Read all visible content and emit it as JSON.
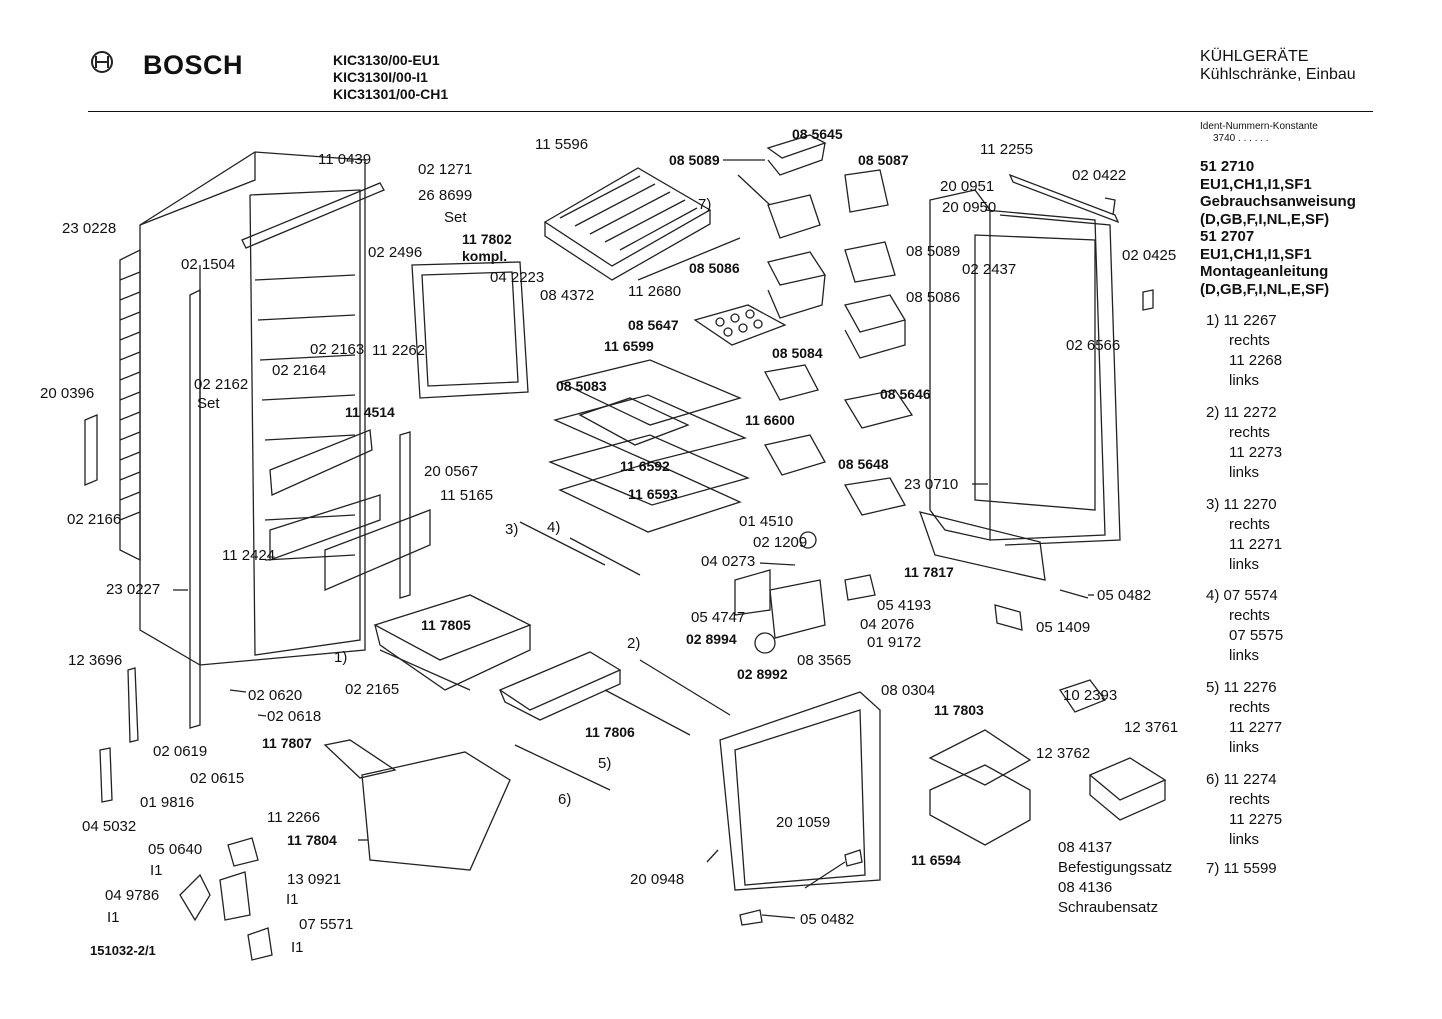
{
  "header": {
    "brand": "BOSCH",
    "models": [
      "KIC3130/00-EU1",
      "KIC3130I/00-I1",
      "KIC31301/00-CH1"
    ],
    "category_line1": "KÜHLGERÄTE",
    "category_line2": "Kühlschränke, Einbau"
  },
  "sidebar": {
    "ident_label": "Ident-Nummern-Konstante",
    "ident_value": "3740  . .   . . . .",
    "docs": [
      "51 2710",
      "EU1,CH1,I1,SF1",
      "Gebrauchsanweisung",
      "(D,GB,F,I,NL,E,SF)",
      "51 2707",
      "EU1,CH1,I1,SF1",
      "Montageanleitung",
      "(D,GB,F,I,NL,E,SF)"
    ],
    "variants": [
      {
        "num": "1)",
        "a": "11 2267",
        "a_side": "rechts",
        "b": "11 2268",
        "b_side": "links"
      },
      {
        "num": "2)",
        "a": "11 2272",
        "a_side": "rechts",
        "b": "11 2273",
        "b_side": "links"
      },
      {
        "num": "3)",
        "a": "11 2270",
        "a_side": "rechts",
        "b": "11 2271",
        "b_side": "links"
      },
      {
        "num": "4)",
        "a": "07 5574",
        "a_side": "rechts",
        "b": "07 5575",
        "b_side": "links"
      },
      {
        "num": "5)",
        "a": "11 2276",
        "a_side": "rechts",
        "b": "11 2277",
        "b_side": "links"
      },
      {
        "num": "6)",
        "a": "11 2274",
        "a_side": "rechts",
        "b": "11 2275",
        "b_side": "links"
      },
      {
        "num": "7)",
        "a": "11 5599",
        "a_side": "",
        "b": "",
        "b_side": ""
      }
    ]
  },
  "footer": {
    "drawing_number": "151032-2/1"
  },
  "parts": [
    {
      "t": "11 0439",
      "b": false
    },
    {
      "t": "02 1271",
      "b": false
    },
    {
      "t": "26 8699",
      "b": false
    },
    {
      "t": "Set",
      "b": false
    },
    {
      "t": "23 0228",
      "b": false
    },
    {
      "t": "02 1504",
      "b": false
    },
    {
      "t": "02 2496",
      "b": false
    },
    {
      "t": "11 7802",
      "b": true
    },
    {
      "t": "kompl.",
      "b": true
    },
    {
      "t": "04 2223",
      "b": false
    },
    {
      "t": "08 4372",
      "b": false
    },
    {
      "t": "11 5596",
      "b": false
    },
    {
      "t": "08 5089",
      "b": true
    },
    {
      "t": "08 5645",
      "b": true
    },
    {
      "t": "08 5087",
      "b": true
    },
    {
      "t": "7)",
      "b": false
    },
    {
      "t": "11 2680",
      "b": false
    },
    {
      "t": "08 5086",
      "b": true
    },
    {
      "t": "08 5089",
      "b": false
    },
    {
      "t": "08 5086",
      "b": false
    },
    {
      "t": "08 5647",
      "b": true
    },
    {
      "t": "11 6599",
      "b": true
    },
    {
      "t": "08 5084",
      "b": true
    },
    {
      "t": "08 5083",
      "b": true
    },
    {
      "t": "11 6600",
      "b": true
    },
    {
      "t": "08 5646",
      "b": true
    },
    {
      "t": "11 6592",
      "b": true
    },
    {
      "t": "08 5648",
      "b": true
    },
    {
      "t": "11 6593",
      "b": true
    },
    {
      "t": "11 2255",
      "b": false
    },
    {
      "t": "20 0951",
      "b": false
    },
    {
      "t": "02 0422",
      "b": false
    },
    {
      "t": "20 0950",
      "b": false
    },
    {
      "t": "02 2437",
      "b": false
    },
    {
      "t": "02 0425",
      "b": false
    },
    {
      "t": "02 6566",
      "b": false
    },
    {
      "t": "23 0710",
      "b": false
    },
    {
      "t": "11 7817",
      "b": true
    },
    {
      "t": "05 0482",
      "b": false
    },
    {
      "t": "05 1409",
      "b": false
    },
    {
      "t": "02 2163",
      "b": false
    },
    {
      "t": "02 2164",
      "b": false
    },
    {
      "t": "11 2262",
      "b": false
    },
    {
      "t": "02 2162",
      "b": false
    },
    {
      "t": "Set",
      "b": false
    },
    {
      "t": "20 0396",
      "b": false
    },
    {
      "t": "11 4514",
      "b": true
    },
    {
      "t": "20 0567",
      "b": false
    },
    {
      "t": "11 5165",
      "b": false
    },
    {
      "t": "02 2166",
      "b": false
    },
    {
      "t": "11 2424",
      "b": false
    },
    {
      "t": "23 0227",
      "b": false
    },
    {
      "t": "3)",
      "b": false
    },
    {
      "t": "4)",
      "b": false
    },
    {
      "t": "01 4510",
      "b": false
    },
    {
      "t": "02 1209",
      "b": false
    },
    {
      "t": "04 0273",
      "b": false
    },
    {
      "t": "05 4747",
      "b": false
    },
    {
      "t": "05 4193",
      "b": false
    },
    {
      "t": "04 2076",
      "b": false
    },
    {
      "t": "02 8994",
      "b": true
    },
    {
      "t": "01 9172",
      "b": false
    },
    {
      "t": "08 3565",
      "b": false
    },
    {
      "t": "02 8992",
      "b": true
    },
    {
      "t": "11 7805",
      "b": true
    },
    {
      "t": "1)",
      "b": false
    },
    {
      "t": "2)",
      "b": false
    },
    {
      "t": "12 3696",
      "b": false
    },
    {
      "t": "02 2165",
      "b": false
    },
    {
      "t": "02 0620",
      "b": false
    },
    {
      "t": "02 0618",
      "b": false
    },
    {
      "t": "11 7806",
      "b": true
    },
    {
      "t": "02 0619",
      "b": false
    },
    {
      "t": "11 7807",
      "b": true
    },
    {
      "t": "02 0615",
      "b": false
    },
    {
      "t": "08 0304",
      "b": false
    },
    {
      "t": "10 2393",
      "b": false
    },
    {
      "t": "11 7803",
      "b": true
    },
    {
      "t": "12 3761",
      "b": false
    },
    {
      "t": "12 3762",
      "b": false
    },
    {
      "t": "5)",
      "b": false
    },
    {
      "t": "6)",
      "b": false
    },
    {
      "t": "01 9816",
      "b": false
    },
    {
      "t": "11 2266",
      "b": false
    },
    {
      "t": "04 5032",
      "b": false
    },
    {
      "t": "11 7804",
      "b": true
    },
    {
      "t": "20 1059",
      "b": false
    },
    {
      "t": "05 0640",
      "b": false
    },
    {
      "t": "I1",
      "b": false
    },
    {
      "t": "13 0921",
      "b": false
    },
    {
      "t": "11 6594",
      "b": true
    },
    {
      "t": "04 9786",
      "b": false
    },
    {
      "t": "I1",
      "b": false
    },
    {
      "t": "I1",
      "b": false
    },
    {
      "t": "20 0948",
      "b": false
    },
    {
      "t": "07 5571",
      "b": false
    },
    {
      "t": "I1",
      "b": false
    },
    {
      "t": "05 0482",
      "b": false
    },
    {
      "t": "08 4137",
      "b": false
    },
    {
      "t": "Befestigungssatz",
      "b": false
    },
    {
      "t": "08 4136",
      "b": false
    },
    {
      "t": "Schraubensatz",
      "b": false
    }
  ]
}
